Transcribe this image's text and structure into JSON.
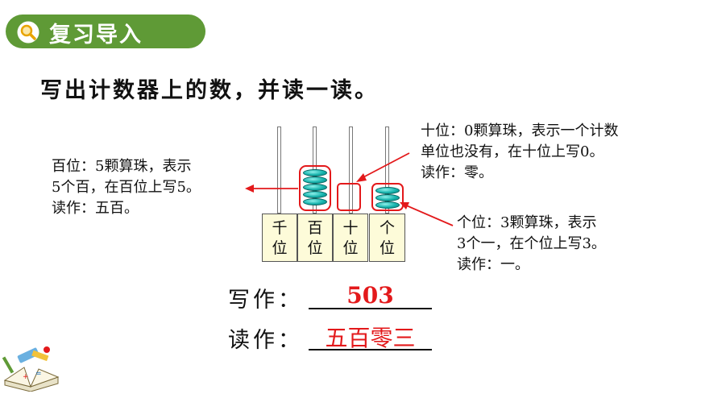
{
  "banner": {
    "title": "复习导入"
  },
  "question": "写出计数器上的数，并读一读。",
  "abacus": {
    "places": [
      {
        "top": "千",
        "bottom": "位",
        "beads": 0
      },
      {
        "top": "百",
        "bottom": "位",
        "beads": 5
      },
      {
        "top": "十",
        "bottom": "位",
        "beads": 0
      },
      {
        "top": "个",
        "bottom": "位",
        "beads": 3
      }
    ]
  },
  "notes": {
    "hundreds": [
      "百位：5颗算珠，表示",
      "5个百，在百位上写5。",
      "读作：五百。"
    ],
    "tens": [
      "十位：0颗算珠，表示一个计数",
      "单位也没有，在十位上写0。",
      "读作：零。"
    ],
    "ones": [
      "个位：3颗算珠，表示",
      "3个一，在个位上写3。",
      "读作：一。"
    ]
  },
  "answers": {
    "write_label": "写作：",
    "write_value": "503",
    "read_label": "读作：",
    "read_value": "五百零三"
  },
  "colors": {
    "banner": "#5f9a36",
    "answer": "#e3191b",
    "highlight": "#e3191b",
    "bead": "#16b3ad"
  },
  "icons": [
    "magnifier-icon",
    "books-stationery-icon"
  ]
}
